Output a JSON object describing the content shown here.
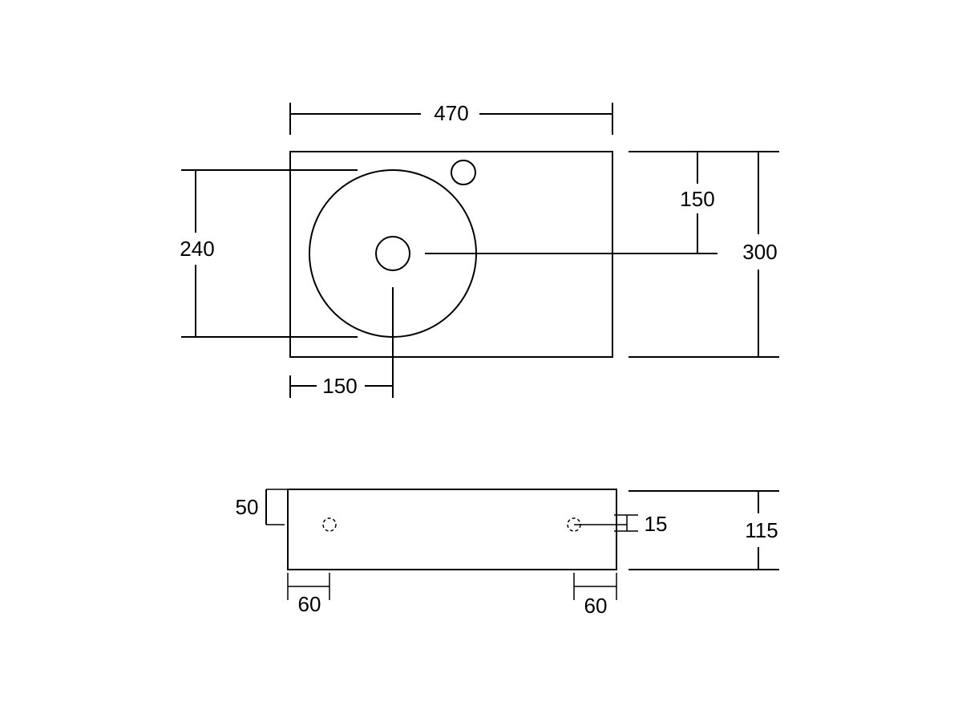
{
  "top_view": {
    "width_label": "470",
    "bowl_diameter_label": "240",
    "drain_offset_left_label": "150",
    "drain_offset_top_label": "150",
    "depth_label": "300"
  },
  "side_view": {
    "hole_height_label": "50",
    "hole_diameter_label": "15",
    "height_label": "115",
    "left_hole_offset_label": "60",
    "right_hole_offset_label": "60"
  },
  "colors": {
    "line": "#000000",
    "background": "#ffffff"
  }
}
